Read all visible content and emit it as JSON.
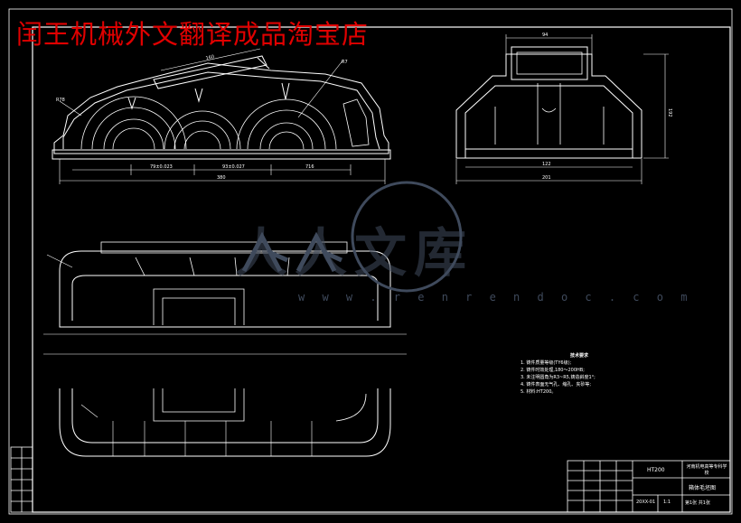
{
  "header": {
    "shop_title": "闰王机械外文翻译成品淘宝店"
  },
  "watermark": {
    "brand": "人人文库",
    "url": "w w w . r e n r e n d o c . c o m"
  },
  "dimensions": {
    "top_width": "160",
    "arc_leader": "R7",
    "left_leader": "R78",
    "dim1": "79±0.023",
    "dim2": "93±0.027",
    "dim3": "716",
    "overall_length": "380",
    "side_top": "94",
    "side_height": "192",
    "side_inner": "122",
    "side_base": "201"
  },
  "notes": {
    "title": "技术要求",
    "items": [
      "1. 铸件质量等级(TY6级);",
      "2. 铸件时效处理,180～200HB;",
      "3. 未注明圆角为R3~R5,铸造斜度1°;",
      "4. 铸件表面无气孔、缩孔、夹砂等;",
      "5. 材料:HT200。"
    ]
  },
  "title_block": {
    "material": "HT200",
    "school": "河南机电高等专科学校",
    "drawing_name": "箱体毛坯图",
    "scale": "1:1",
    "sheet": "第1张 共1张",
    "drawing_no": "20XX-01"
  }
}
